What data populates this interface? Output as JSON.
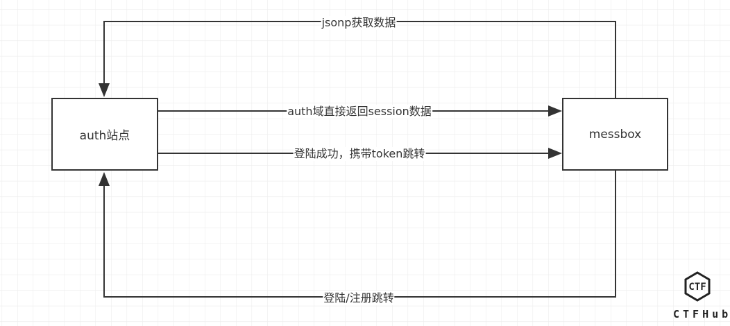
{
  "nodes": {
    "auth": "auth站点",
    "messbox": "messbox"
  },
  "edges": {
    "top": "jsonp获取数据",
    "middle1": "auth域直接返回session数据",
    "middle2": "登陆成功，携带token跳转",
    "bottom": "登陆/注册跳转"
  },
  "logo": {
    "text": "CTFHub",
    "mark": "CTF"
  },
  "colors": {
    "line": "#333333",
    "grid": "#ececec"
  }
}
